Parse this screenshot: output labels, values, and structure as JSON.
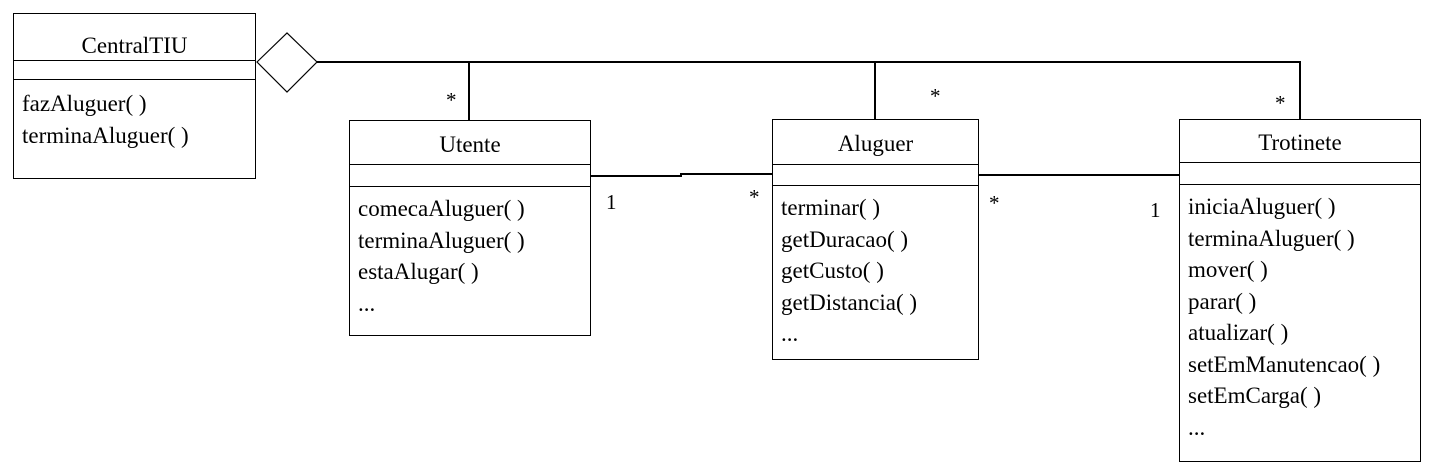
{
  "classes": {
    "central": {
      "name": "CentralTIU",
      "operations": [
        "fazAluguer( )",
        "terminaAluguer( )"
      ]
    },
    "utente": {
      "name": "Utente",
      "operations": [
        "comecaAluguer( )",
        "terminaAluguer( )",
        "estaAlugar( )",
        "..."
      ]
    },
    "aluguer": {
      "name": "Aluguer",
      "operations": [
        "terminar( )",
        "getDuracao( )",
        "getCusto( )",
        "getDistancia( )",
        "..."
      ]
    },
    "trotinete": {
      "name": "Trotinete",
      "operations": [
        "iniciaAluguer( )",
        "terminaAluguer( )",
        "mover( )",
        "parar( )",
        "atualizar( )",
        "setEmManutencao( )",
        "setEmCarga( )",
        "..."
      ]
    }
  },
  "multiplicities": {
    "central_utente": "*",
    "central_aluguer": "*",
    "central_trotinete": "*",
    "utente_aluguer_utente_end": "1",
    "utente_aluguer_aluguer_end": "*",
    "aluguer_trotinete_aluguer_end": "*",
    "aluguer_trotinete_trotinete_end": "1"
  },
  "associations": [
    {
      "from": "CentralTIU",
      "to": "Utente",
      "kind": "aggregation"
    },
    {
      "from": "CentralTIU",
      "to": "Aluguer",
      "kind": "aggregation"
    },
    {
      "from": "CentralTIU",
      "to": "Trotinete",
      "kind": "aggregation"
    },
    {
      "from": "Utente",
      "to": "Aluguer",
      "kind": "association"
    },
    {
      "from": "Aluguer",
      "to": "Trotinete",
      "kind": "association"
    }
  ],
  "colors": {
    "stroke": "#000000",
    "background": "#ffffff"
  }
}
